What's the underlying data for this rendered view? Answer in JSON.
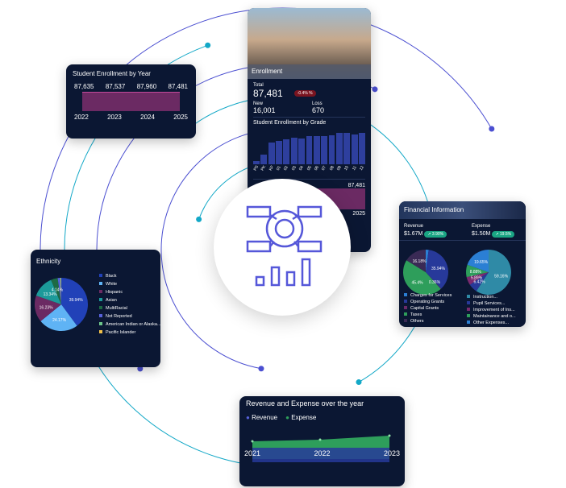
{
  "colors": {
    "ring_cyan": "#13a8c7",
    "ring_purple": "#4b4fd1",
    "card_bg": "#0b1733",
    "accent": "#5557d9"
  },
  "year_card": {
    "title": "Student Enrollment by Year",
    "values": [
      "87,635",
      "87,537",
      "87,960",
      "87,481"
    ],
    "years": [
      "2022",
      "2023",
      "2024",
      "2025"
    ]
  },
  "enrollment": {
    "title": "Enrollment",
    "total_label": "Total",
    "total": "87,481",
    "change": "-0.4% %",
    "new_label": "New",
    "new": "16,001",
    "loss_label": "Loss",
    "loss": "670",
    "grade_title": "Student Enrollment by Grade",
    "grades": [
      "PS",
      "PK",
      "KF",
      "01",
      "02",
      "03",
      "04",
      "05",
      "06",
      "07",
      "08",
      "09",
      "10",
      "11",
      "12"
    ],
    "grade_values": [
      3,
      9,
      20,
      22,
      23,
      25,
      24,
      26,
      26,
      26,
      27,
      29,
      29,
      28,
      29
    ],
    "partial_value": "87,481",
    "partial_year": "2025"
  },
  "financial": {
    "title": "Financial Information",
    "revenue_label": "Revenue",
    "revenue": "$1.67M",
    "revenue_change": "3.90%",
    "expense_label": "Expense",
    "expense": "$1.50M",
    "expense_change": "19.5%",
    "revenue_pie": [
      {
        "label": "Charges for Services",
        "value": 2.1,
        "color": "#2b7fd4"
      },
      {
        "label": "Operating Grants",
        "value": 35.94,
        "color": "#27399a",
        "text": "35.94%"
      },
      {
        "label": "Capital Grants",
        "value": 0.36,
        "color": "#6b2a6a",
        "text": "0.36%"
      },
      {
        "label": "Taxes",
        "value": 45.4,
        "color": "#2e9e5b",
        "text": "45.4%"
      },
      {
        "label": "Others",
        "value": 16.18,
        "color": "#3a2a55",
        "text": "16.18%"
      }
    ],
    "expense_pie": [
      {
        "label": "Instruction...",
        "value": 59.16,
        "color": "#2f8aa6",
        "text": "59.16%"
      },
      {
        "label": "Pupil Services...",
        "value": 6.42,
        "color": "#27399a",
        "text": "6.42%"
      },
      {
        "label": "Improvement of Ins...",
        "value": 5.89,
        "color": "#7a2a6f",
        "text": "5.89%"
      },
      {
        "label": "Maintainance and o...",
        "value": 8.88,
        "color": "#2e9e5b",
        "text": "8.88%"
      },
      {
        "label": "Other Expenses...",
        "value": 19.65,
        "color": "#2b7fd4",
        "text": "19.65%"
      }
    ]
  },
  "ethnicity": {
    "title": "Ethnicity",
    "pie": [
      {
        "label": "Black",
        "value": 39.94,
        "color": "#2141b8",
        "text": "39.94%"
      },
      {
        "label": "White",
        "value": 24.17,
        "color": "#5fb3f5",
        "text": "24.17%"
      },
      {
        "label": "Hispanic",
        "value": 16.23,
        "color": "#6b2a63",
        "text": "16.23%"
      },
      {
        "label": "Asian",
        "value": 13.34,
        "color": "#1c9a9a",
        "text": "13.34%"
      },
      {
        "label": "MultiRacial",
        "value": 4.14,
        "color": "#1d6a44",
        "text": "4.14%"
      },
      {
        "label": "Not Reported",
        "value": 1.5,
        "color": "#5661d9"
      },
      {
        "label": "American Indian or Alaska...",
        "value": 0.4,
        "color": "#6cc48a"
      },
      {
        "label": "Pacific Islander",
        "value": 0.28,
        "color": "#f0c04a"
      }
    ]
  },
  "rev_exp": {
    "title": "Revenue and Expense over the year",
    "legend": [
      "Revenue",
      "Expense"
    ],
    "years": [
      "2021",
      "2022",
      "2023"
    ]
  }
}
